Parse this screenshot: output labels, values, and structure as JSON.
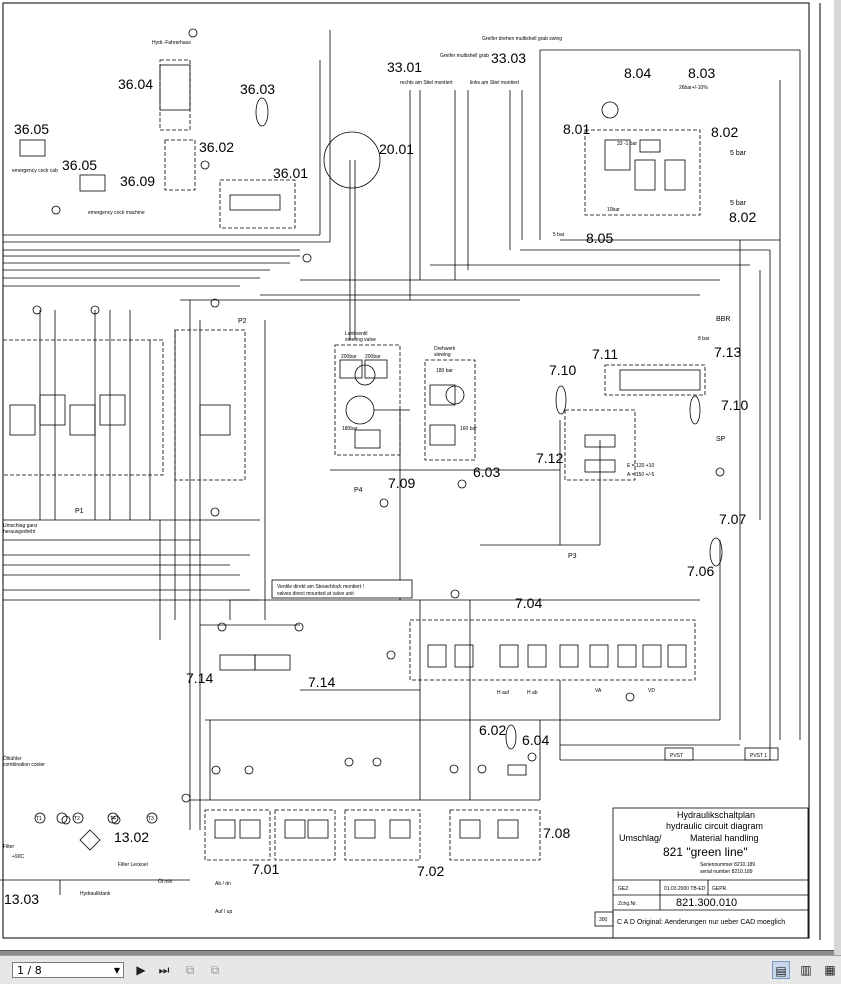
{
  "toolbar": {
    "page_indicator": "1 / 8",
    "icons": [
      "next-page-icon",
      "last-page-icon",
      "copy-page-icon",
      "paste-page-icon",
      "single-page-view-icon",
      "two-page-view-icon",
      "continuous-view-icon"
    ]
  },
  "diagram": {
    "component_labels": [
      {
        "id": "36.04",
        "text": "36.04"
      },
      {
        "id": "36.03",
        "text": "36.03"
      },
      {
        "id": "36.05a",
        "text": "36.05"
      },
      {
        "id": "36.02",
        "text": "36.02"
      },
      {
        "id": "36.05b",
        "text": "36.05"
      },
      {
        "id": "36.09",
        "text": "36.09"
      },
      {
        "id": "36.01",
        "text": "36.01"
      },
      {
        "id": "33.01",
        "text": "33.01"
      },
      {
        "id": "33.03",
        "text": "33.03"
      },
      {
        "id": "20.01",
        "text": "20.01"
      },
      {
        "id": "8.04",
        "text": "8.04"
      },
      {
        "id": "8.03",
        "text": "8.03"
      },
      {
        "id": "8.01",
        "text": "8.01"
      },
      {
        "id": "8.02a",
        "text": "8.02"
      },
      {
        "id": "8.02b",
        "text": "8.02"
      },
      {
        "id": "8.05",
        "text": "8.05"
      },
      {
        "id": "7.11",
        "text": "7.11"
      },
      {
        "id": "7.13",
        "text": "7.13"
      },
      {
        "id": "7.10a",
        "text": "7.10"
      },
      {
        "id": "7.10b",
        "text": "7.10"
      },
      {
        "id": "7.12",
        "text": "7.12"
      },
      {
        "id": "6.03",
        "text": "6.03"
      },
      {
        "id": "7.09",
        "text": "7.09"
      },
      {
        "id": "7.07",
        "text": "7.07"
      },
      {
        "id": "7.06",
        "text": "7.06"
      },
      {
        "id": "7.04",
        "text": "7.04"
      },
      {
        "id": "7.14a",
        "text": "7.14"
      },
      {
        "id": "7.14b",
        "text": "7.14"
      },
      {
        "id": "6.02",
        "text": "6.02"
      },
      {
        "id": "6.04",
        "text": "6.04"
      },
      {
        "id": "13.02",
        "text": "13.02"
      },
      {
        "id": "13.03",
        "text": "13.03"
      },
      {
        "id": "7.01",
        "text": "7.01"
      },
      {
        "id": "7.02",
        "text": "7.02"
      },
      {
        "id": "7.08",
        "text": "7.08"
      }
    ],
    "markers": {
      "P1": "P1",
      "P2": "P2",
      "P3": "P3",
      "P4": "P4",
      "SP": "SP",
      "BBR": "BBR",
      "T1": "T1",
      "T4": "T4",
      "T2": "T2",
      "T3": "T3"
    },
    "pressure_labels": {
      "five_bar_a": "5 bar",
      "five_bar_b": "5 bar",
      "five_bar_c": "5 bar",
      "bar_26": "26bar+/-10%",
      "bar_200a": "200bar",
      "bar_200b": "200bar",
      "bar_180": "180bar",
      "bar_180b": "180 bar",
      "bar_160": "160 bar",
      "bar_8": "8 bar",
      "e_val": "E = 120 +10",
      "a_val": "A = 150 +/-5",
      "bar_10": "10bar",
      "bar_33": "33 -1 bar"
    },
    "notes": {
      "lenk_de": "Lenkventil",
      "lenk_en": "steering valve",
      "dreh_de": "Drehwerk",
      "dreh_en": "slewing",
      "valves_de": "Ventile direkt am Steuerblock montiert !",
      "valves_en": "valves direct mounted at valve unit",
      "hydraulic_tank": "Hydrauliktank",
      "oil_min": "Öl min",
      "filter": "Filter",
      "temp": "+90C",
      "leckoel": "Filter Leckoel",
      "kombi_de": "Ölkühler",
      "kombi_en": "combination cooler",
      "umschlag_note_a": "Umschlag ganz",
      "umschlag_note_b": "herausgedreht",
      "grab_left": "rechts am Stiel montiert",
      "grab_right": "links am Stiel montiert",
      "grab_top_left": "Greifer multishell grab",
      "grab_top_right": "Greifer drehen multishell grab swing",
      "hydr_cab": "Hydr.-Fahrerhaus",
      "emergency_cab": "emergency cock cab",
      "emergency_machine": "emergency cock machine",
      "pvst_a": "PVST",
      "pvst_b": "PVST 1",
      "h_auf": "H auf",
      "h_ab": "H ab",
      "va": "VA",
      "vd": "VD",
      "bottom_caption_a": "Ab / dn",
      "bottom_caption_b": "Auf / up"
    },
    "title_block": {
      "title_de": "Hydraulikschaltplan",
      "title_en": "hydraulic circuit diagram",
      "subtitle_de": "Umschlag/",
      "subtitle_en": "Material handling",
      "model": "821 \"green line\"",
      "serial_de": "Seriennummer 8210.189",
      "serial_en": "serial number 8210.189",
      "gez_label": "GEZ.",
      "gez_value": "01.03.2000 TB-ED",
      "gepr_label": "GEPR.",
      "zchg_label": "Zchg.Nr.",
      "drawing_number": "821.300.010",
      "cad_note": "C A D Original: Aenderungen nur ueber CAD moeglich",
      "logo_text": "300"
    }
  }
}
